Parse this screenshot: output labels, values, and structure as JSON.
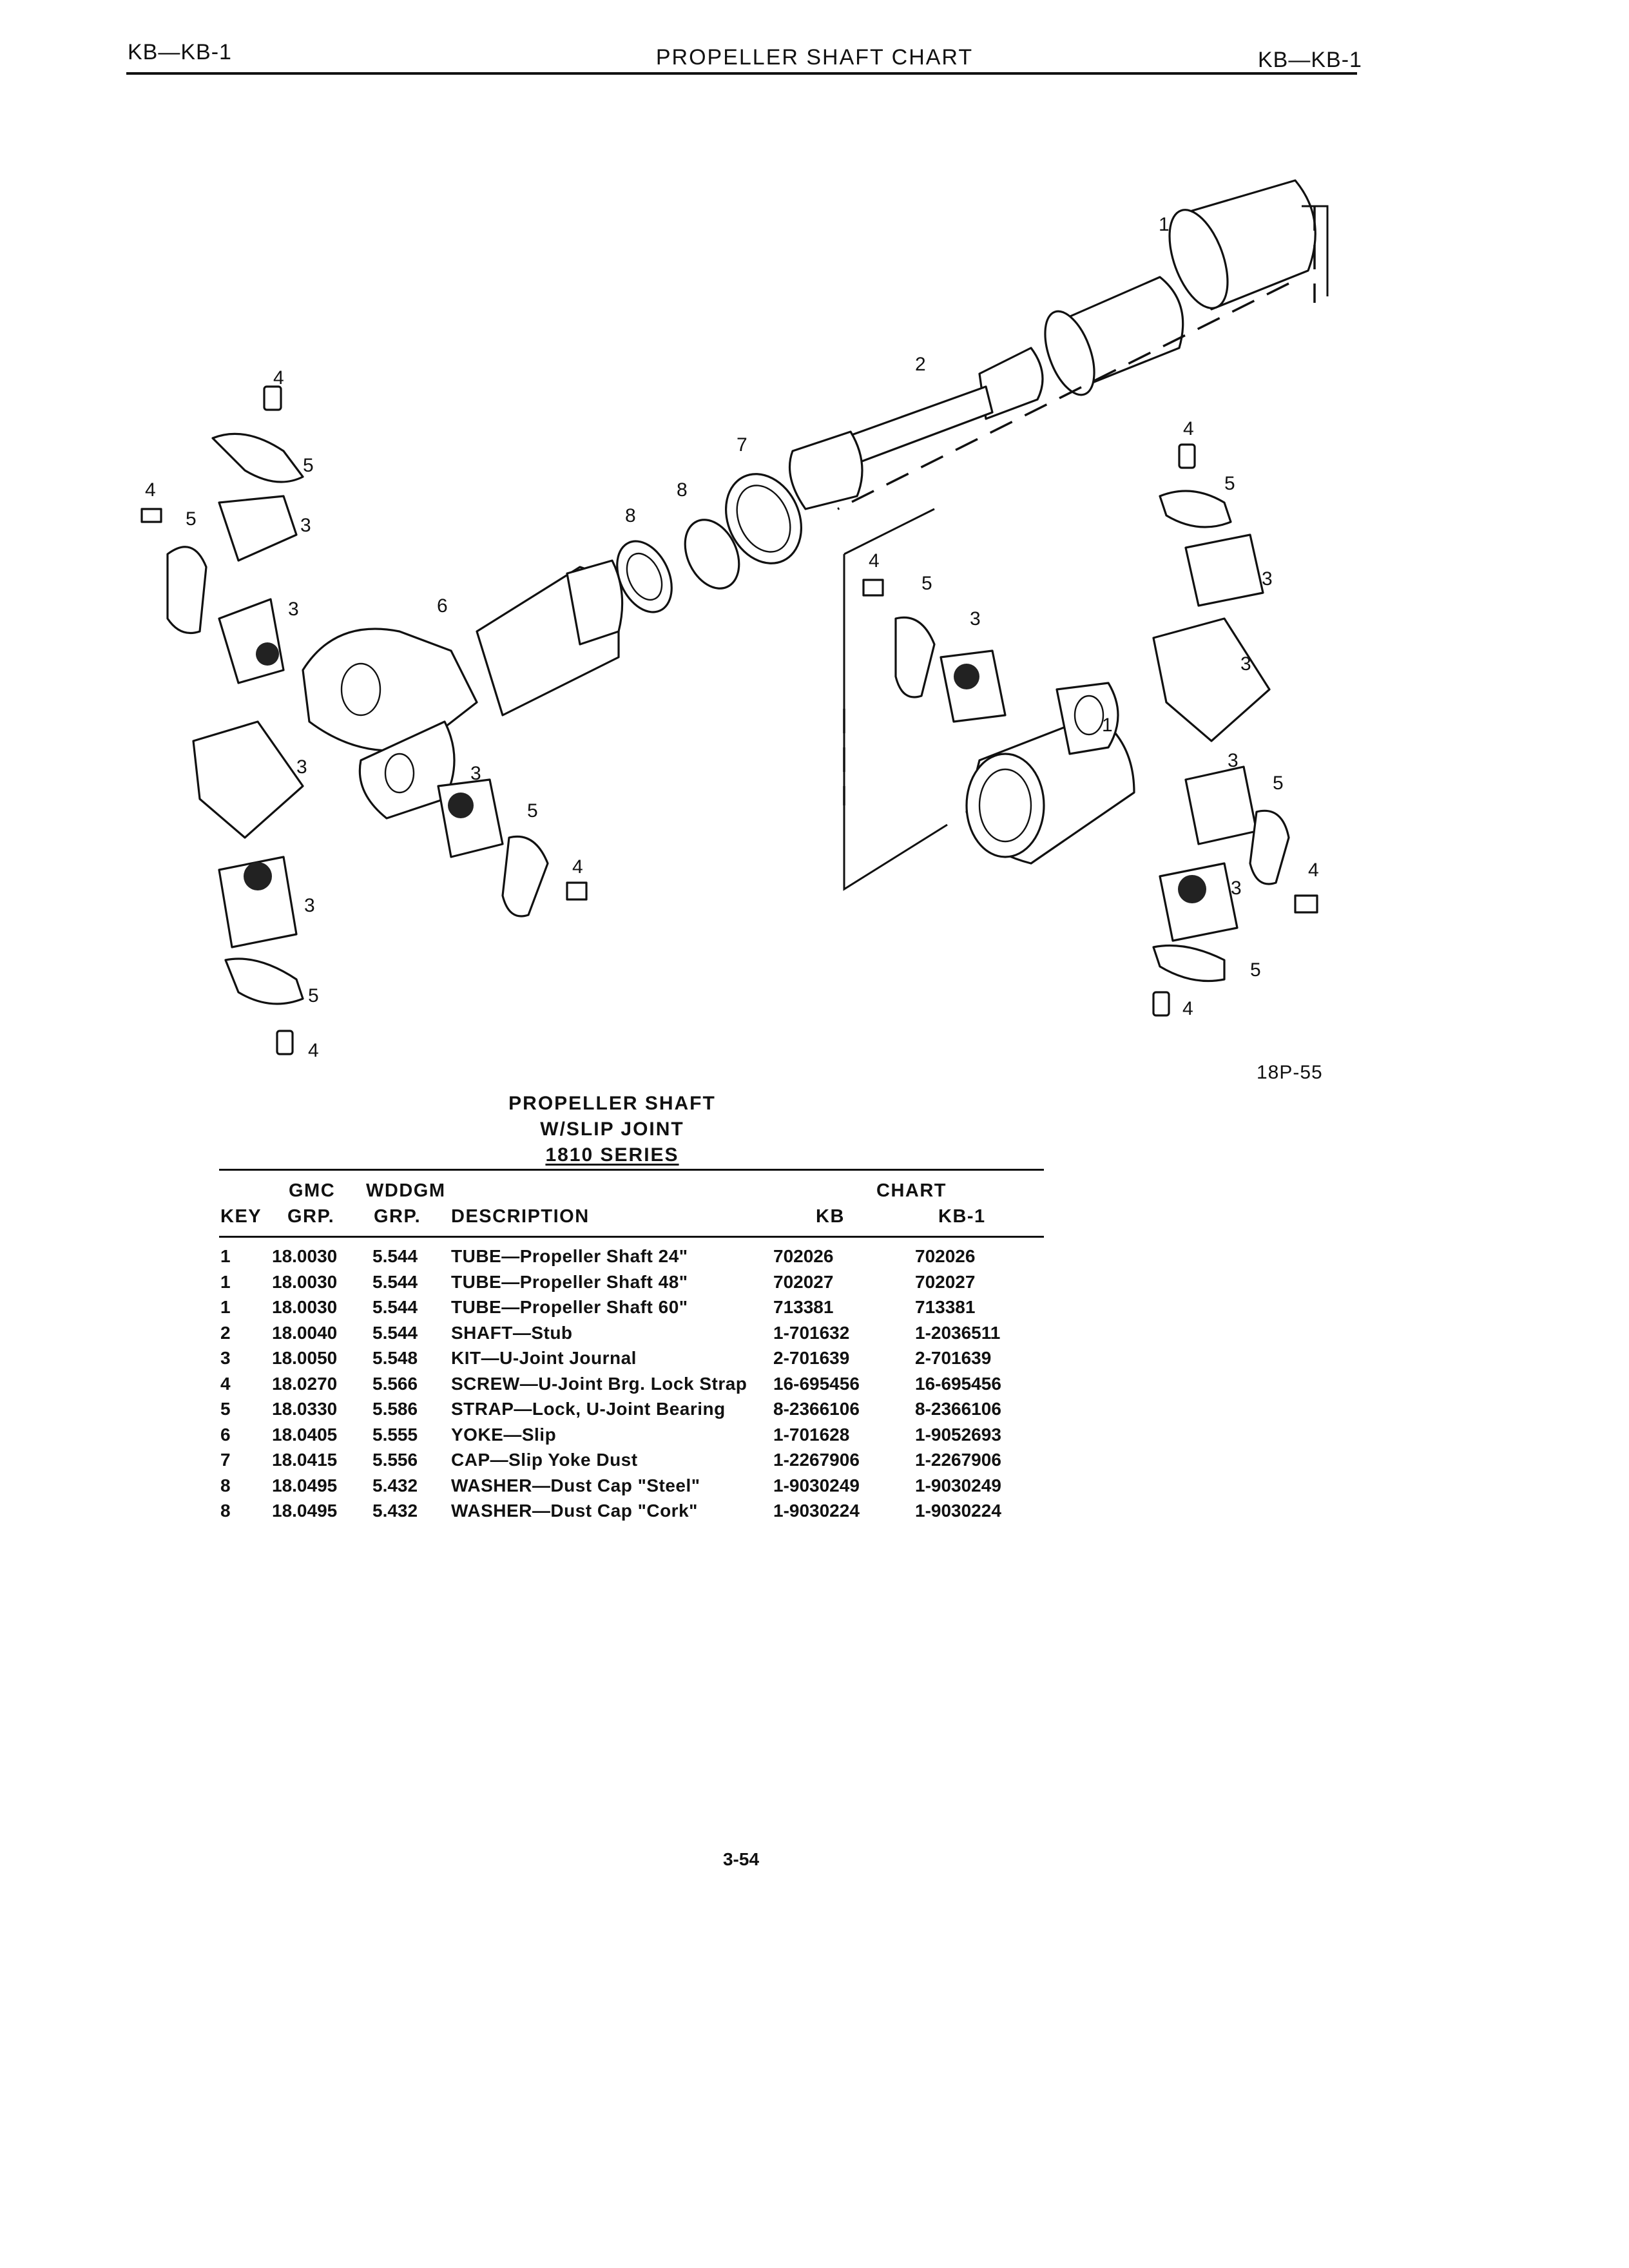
{
  "header": {
    "left": "KB—KB-1",
    "center": "PROPELLER SHAFT CHART",
    "right": "KB—KB-1"
  },
  "diagram": {
    "figure_code": "18P-55",
    "callouts": [
      "1",
      "2",
      "3",
      "4",
      "5",
      "6",
      "7",
      "8"
    ]
  },
  "table": {
    "title_lines": [
      "PROPELLER SHAFT",
      "W/SLIP JOINT",
      "1810 SERIES"
    ],
    "headers": {
      "gmc": "GMC",
      "wddgm": "WDDGM",
      "chart": "CHART",
      "key": "KEY",
      "grp": "GRP.",
      "grp2": "GRP.",
      "description": "DESCRIPTION",
      "kb": "KB",
      "kb1": "KB-1"
    },
    "rows": [
      {
        "key": "1",
        "gmc": "18.0030",
        "wddgm": "5.544",
        "desc": "TUBE—Propeller Shaft 24\"",
        "kb": "702026",
        "kb1": "702026"
      },
      {
        "key": "1",
        "gmc": "18.0030",
        "wddgm": "5.544",
        "desc": "TUBE—Propeller Shaft 48\"",
        "kb": "702027",
        "kb1": "702027"
      },
      {
        "key": "1",
        "gmc": "18.0030",
        "wddgm": "5.544",
        "desc": "TUBE—Propeller Shaft 60\"",
        "kb": "713381",
        "kb1": "713381"
      },
      {
        "key": "2",
        "gmc": "18.0040",
        "wddgm": "5.544",
        "desc": "SHAFT—Stub",
        "kb": "1-701632",
        "kb1": "1-2036511"
      },
      {
        "key": "3",
        "gmc": "18.0050",
        "wddgm": "5.548",
        "desc": "KIT—U-Joint Journal",
        "kb": "2-701639",
        "kb1": "2-701639"
      },
      {
        "key": "4",
        "gmc": "18.0270",
        "wddgm": "5.566",
        "desc": "SCREW—U-Joint Brg. Lock Strap",
        "kb": "16-695456",
        "kb1": "16-695456"
      },
      {
        "key": "5",
        "gmc": "18.0330",
        "wddgm": "5.586",
        "desc": "STRAP—Lock, U-Joint Bearing",
        "kb": "8-2366106",
        "kb1": "8-2366106"
      },
      {
        "key": "6",
        "gmc": "18.0405",
        "wddgm": "5.555",
        "desc": "YOKE—Slip",
        "kb": "1-701628",
        "kb1": "1-9052693"
      },
      {
        "key": "7",
        "gmc": "18.0415",
        "wddgm": "5.556",
        "desc": "CAP—Slip Yoke Dust",
        "kb": "1-2267906",
        "kb1": "1-2267906"
      },
      {
        "key": "8",
        "gmc": "18.0495",
        "wddgm": "5.432",
        "desc": "WASHER—Dust Cap \"Steel\"",
        "kb": "1-9030249",
        "kb1": "1-9030249"
      },
      {
        "key": "8",
        "gmc": "18.0495",
        "wddgm": "5.432",
        "desc": "WASHER—Dust Cap \"Cork\"",
        "kb": "1-9030224",
        "kb1": "1-9030224"
      }
    ]
  },
  "footer": {
    "page_number": "3-54"
  }
}
